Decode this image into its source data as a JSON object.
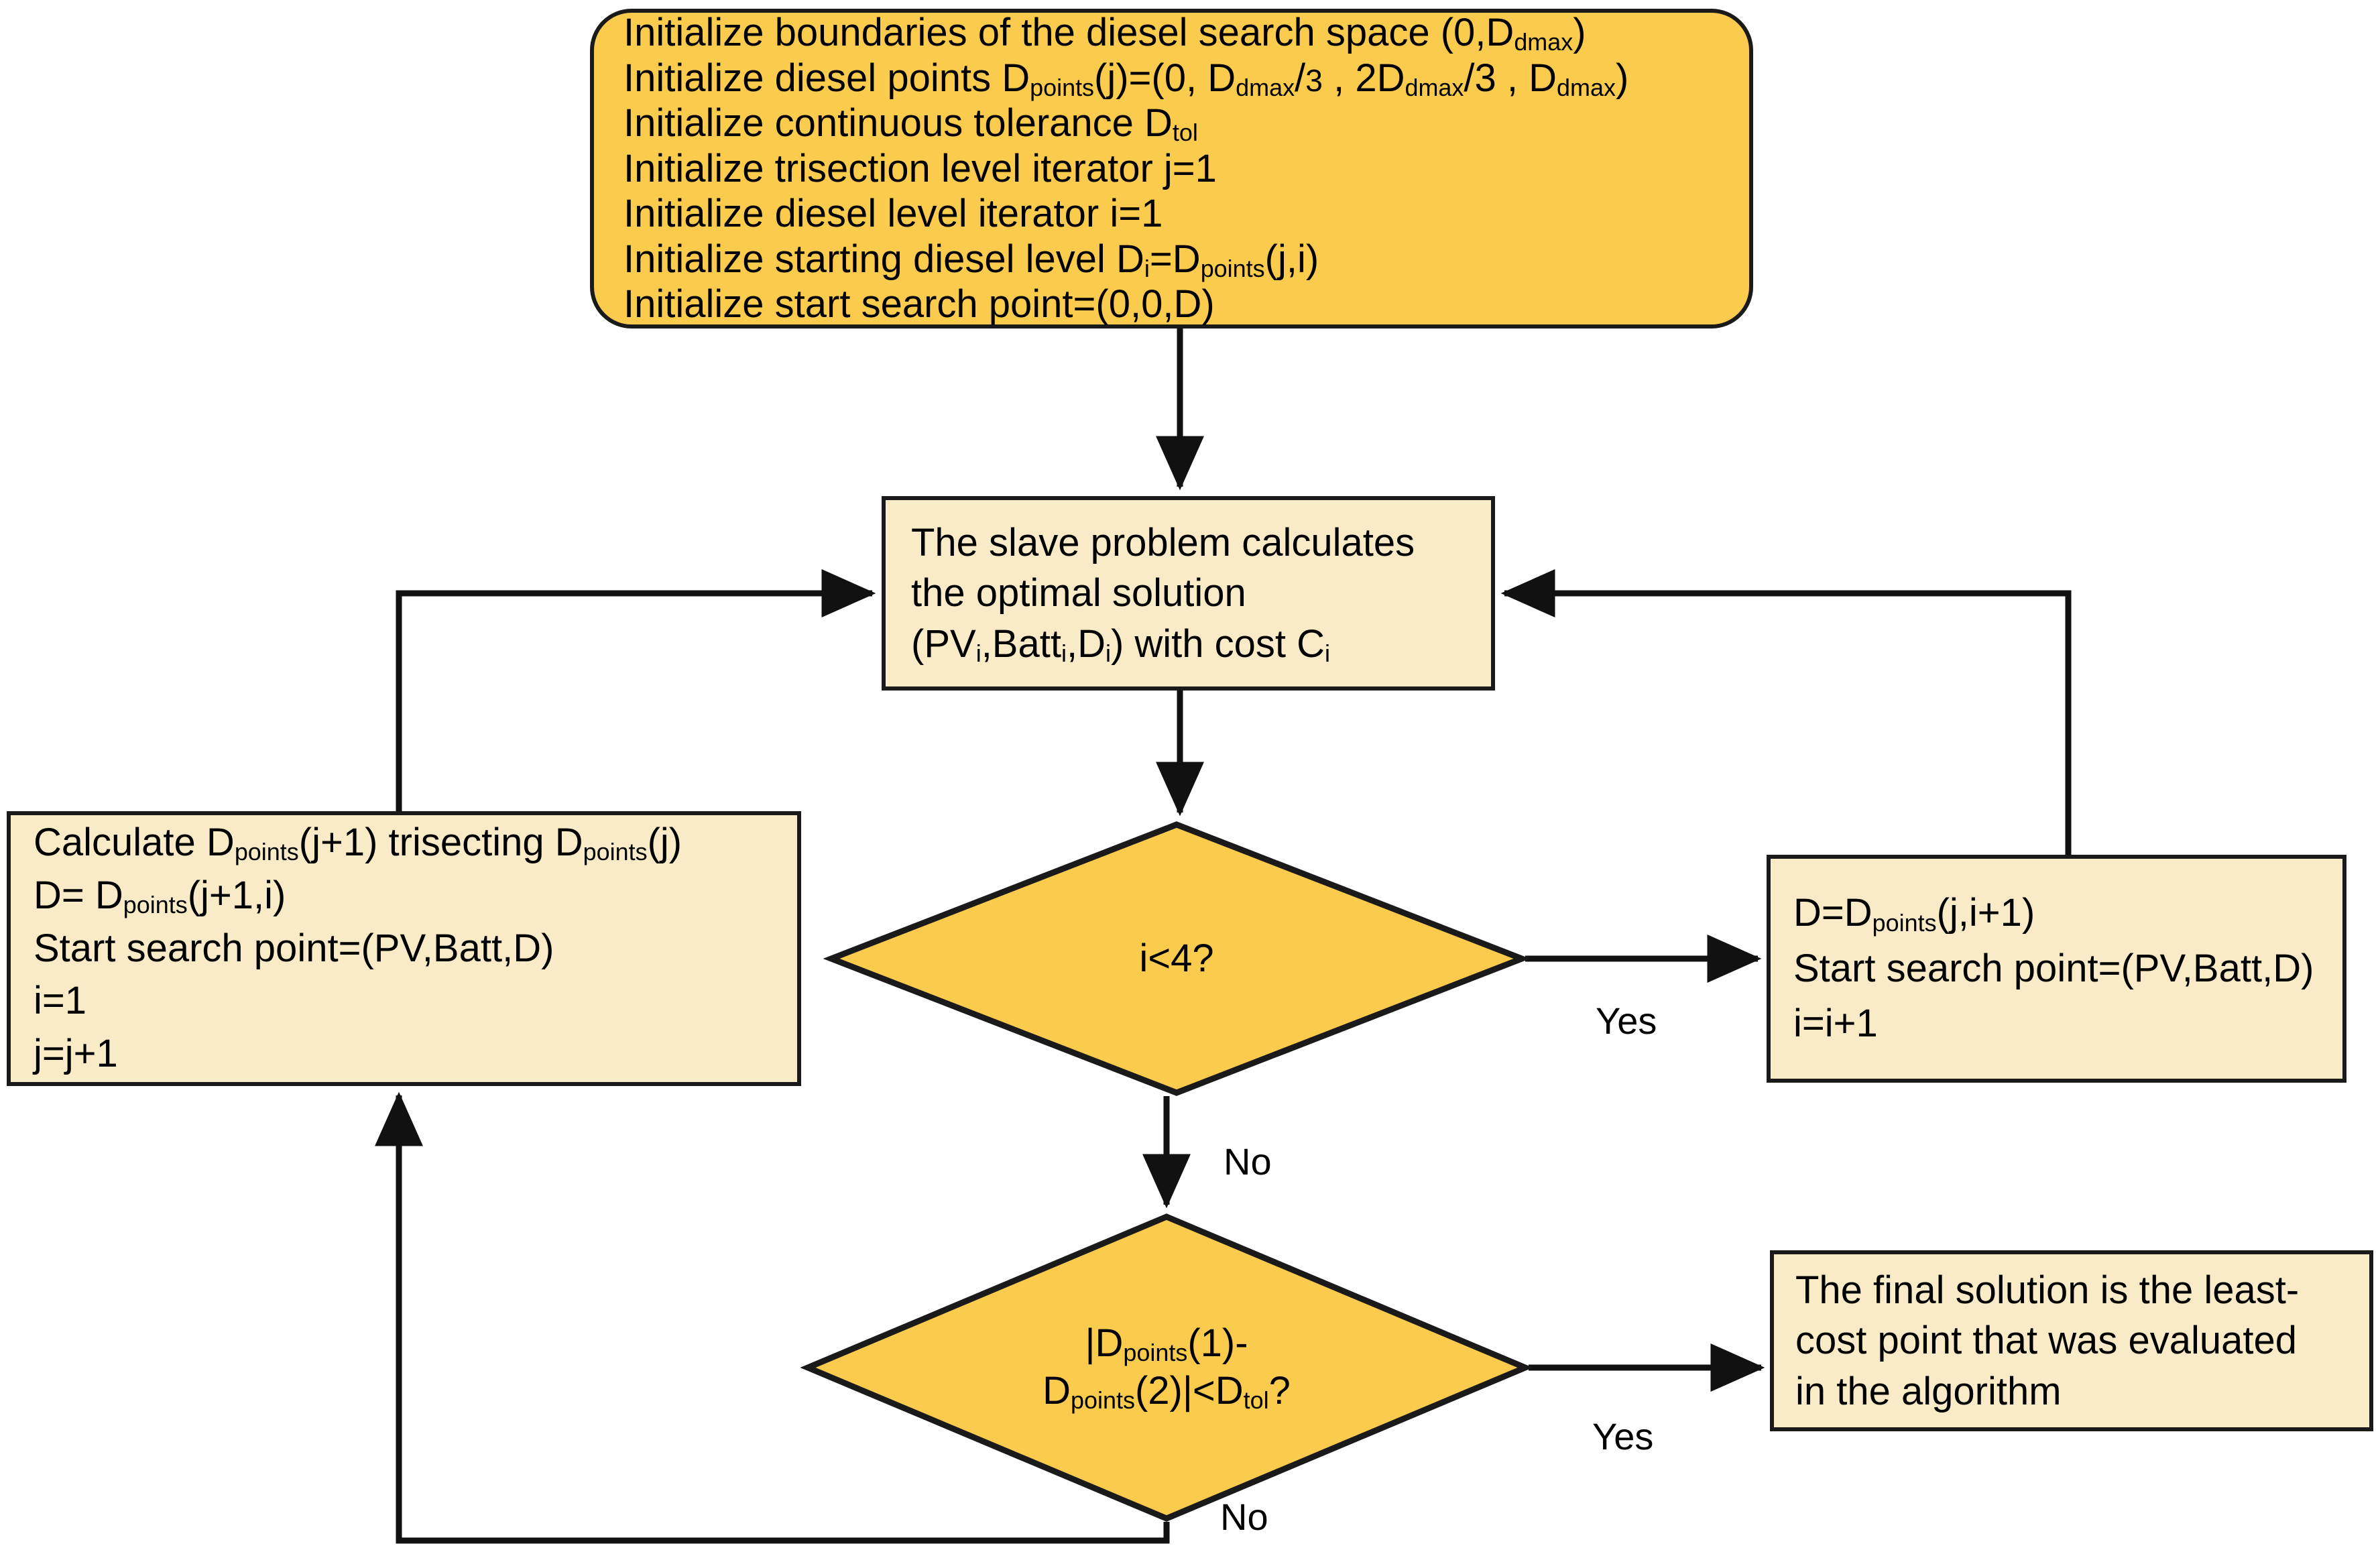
{
  "diagram": {
    "type": "flowchart",
    "title": "Diesel trisection search algorithm flowchart",
    "colors": {
      "terminator_fill": "#FBCB4E",
      "decision_fill": "#FBCB4E",
      "process_fill": "#FAEBC8",
      "stroke": "#1A1A1A",
      "background": "#FFFFFF"
    }
  },
  "init_box": {
    "shape": "rounded-rectangle",
    "lines": [
      "Initialize boundaries of the diesel search space (0,Ddmax)",
      "Initialize diesel points Dpoints(j)=(0, Ddmax/3 , 2Ddmax/3 , Ddmax)",
      "Initialize continuous tolerance Dtol",
      "Initialize trisection level iterator j=1",
      "Initialize diesel level iterator i=1",
      "Initialize starting diesel level Di=Dpoints(j,i)",
      "Initialize start search point=(0,0,D)"
    ]
  },
  "slave_box": {
    "shape": "rectangle",
    "lines": [
      "The slave problem calculates",
      "the optimal solution",
      "(PVi,Batti,Di) with cost Ci"
    ]
  },
  "calc_box": {
    "shape": "rectangle",
    "lines": [
      "Calculate Dpoints(j+1) trisecting Dpoints(j)",
      "D= Dpoints(j+1,i)",
      "Start search point=(PV,Batt,D)",
      "i=1",
      "j=j+1"
    ]
  },
  "right_box": {
    "shape": "rectangle",
    "lines": [
      "D=Dpoints(j,i+1)",
      "Start search point=(PV,Batt,D)",
      "i=i+1"
    ]
  },
  "final_box": {
    "shape": "rectangle",
    "lines": [
      "The final solution is the least-",
      "cost point that was evaluated",
      "in the algorithm"
    ]
  },
  "decision_i4": {
    "shape": "diamond",
    "lines": [
      "i<4?"
    ]
  },
  "decision_tol": {
    "shape": "diamond",
    "lines": [
      "|Dpoints(1)-",
      "Dpoints(2)|<Dtol?"
    ]
  },
  "edge_labels": {
    "yes_i4": "Yes",
    "no_i4": "No",
    "yes_tol": "Yes",
    "no_tol": "No"
  }
}
